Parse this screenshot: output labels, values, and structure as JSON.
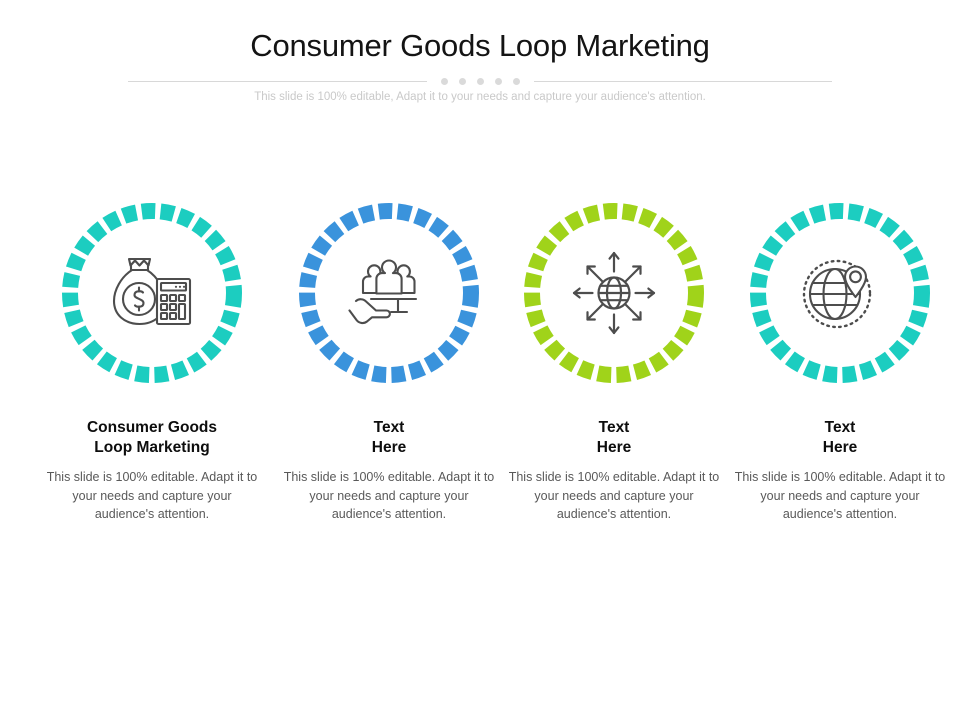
{
  "header": {
    "title": "Consumer Goods Loop Marketing",
    "subtitle": "This slide is 100% editable, Adapt it to your needs and capture your audience's attention.",
    "divider_dot_count": 5
  },
  "colors": {
    "teal": "#1ccdc0",
    "blue": "#3a93dc",
    "green": "#a0d31a",
    "icon_line": "#4d4d4d",
    "title": "#141414",
    "subtitle": "#c9c9c9",
    "body_text": "#595959",
    "divider_line": "#d8d8d8",
    "divider_dot": "#dadada"
  },
  "columns": [
    {
      "ring_color": "#1ccdc0",
      "icon": "money-bag-calculator-icon",
      "heading": "Consumer Goods\nLoop Marketing",
      "body": "This slide is 100% editable. Adapt it to your needs and capture your audience's attention."
    },
    {
      "ring_color": "#3a93dc",
      "icon": "people-in-hand-icon",
      "heading": "Text\nHere",
      "body": "This slide is 100% editable. Adapt it to your needs and capture your audience's attention."
    },
    {
      "ring_color": "#a0d31a",
      "icon": "globe-expand-arrows-icon",
      "heading": "Text\nHere",
      "body": "This slide is 100% editable. Adapt it to your needs and capture your audience's attention."
    },
    {
      "ring_color": "#1ccdc0",
      "icon": "globe-location-pin-icon",
      "heading": "Text\nHere",
      "body": "This slide is 100% editable. Adapt it to your needs and capture your audience's attention."
    }
  ]
}
